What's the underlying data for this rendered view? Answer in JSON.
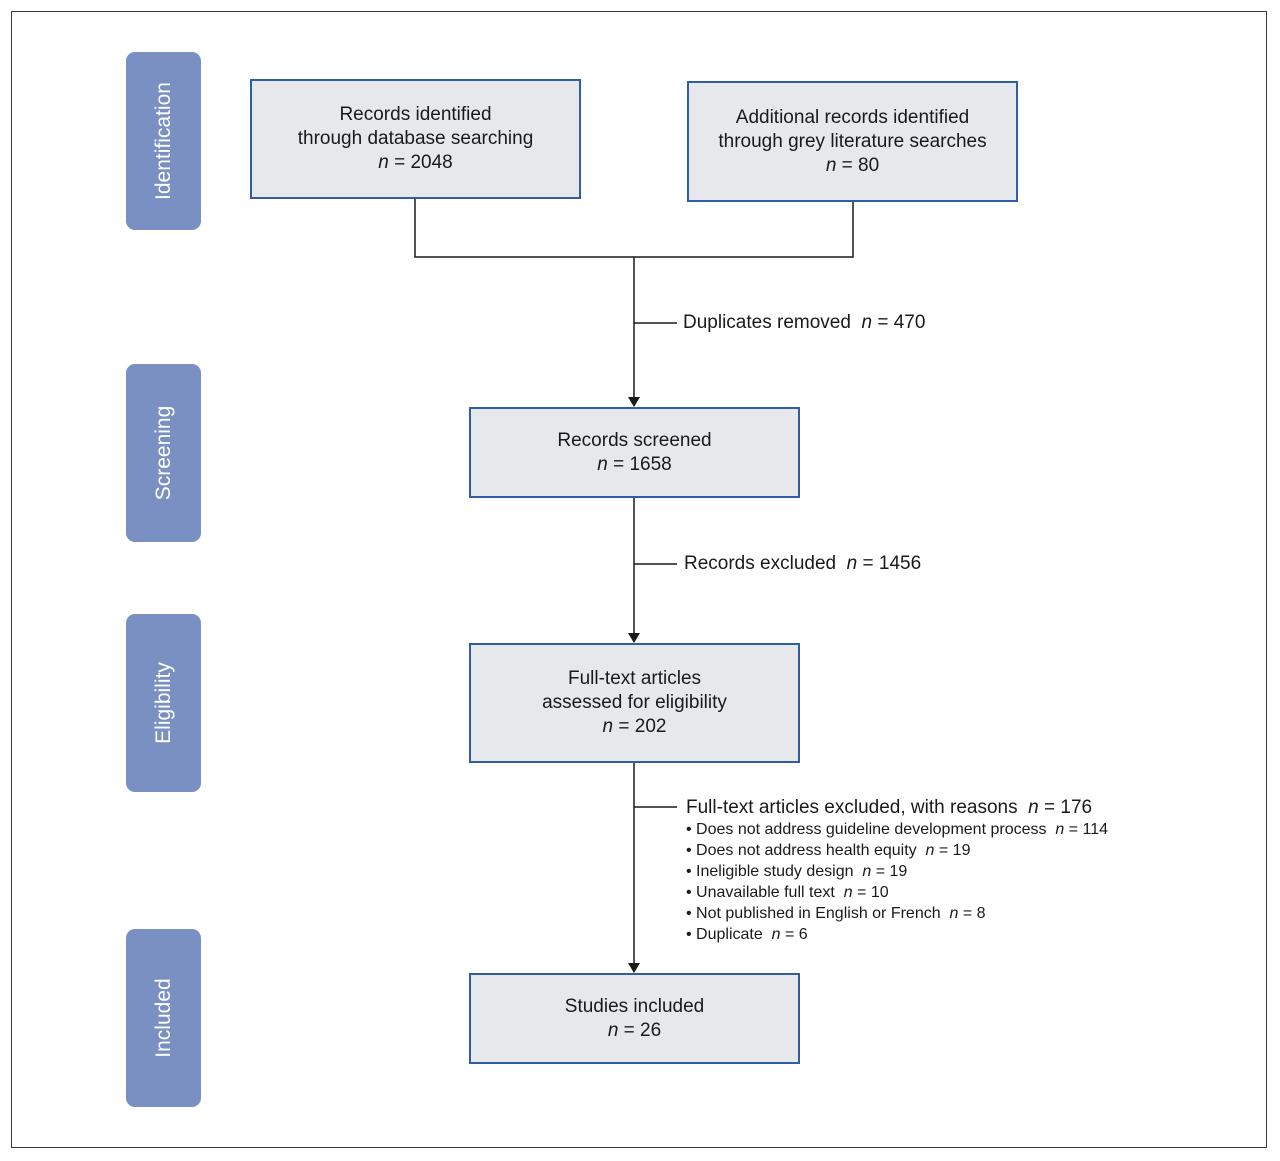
{
  "stages": {
    "identification": "Identification",
    "screening": "Screening",
    "eligibility": "Eligibility",
    "included": "Included"
  },
  "boxes": {
    "database": {
      "line1": "Records identified",
      "line2": "through database searching",
      "n_label": "n",
      "n_value": "= 2048"
    },
    "grey": {
      "line1": "Additional records identified",
      "line2": "through grey literature searches",
      "n_label": "n",
      "n_value": "= 80"
    },
    "screened": {
      "line1": "Records screened",
      "n_label": "n",
      "n_value": "= 1658"
    },
    "fulltext": {
      "line1": "Full-text articles",
      "line2": "assessed for eligibility",
      "n_label": "n",
      "n_value": "= 202"
    },
    "included": {
      "line1": "Studies included",
      "n_label": "n",
      "n_value": "= 26"
    }
  },
  "notes": {
    "duplicates": {
      "text": "Duplicates removed",
      "n_label": "n",
      "n_value": "= 470"
    },
    "excluded": {
      "text": "Records excluded",
      "n_label": "n",
      "n_value": "= 1456"
    }
  },
  "fulltext_excluded": {
    "heading": "Full-text articles excluded, with reasons",
    "n_label": "n",
    "n_value": "= 176",
    "reasons": [
      {
        "text": "• Does not address guideline development process",
        "n_label": "n",
        "n_value": "= 114"
      },
      {
        "text": "• Does not address health equity",
        "n_label": "n",
        "n_value": "= 19"
      },
      {
        "text": "• Ineligible study design",
        "n_label": "n",
        "n_value": "= 19"
      },
      {
        "text": "• Unavailable full text",
        "n_label": "n",
        "n_value": "= 10"
      },
      {
        "text": "• Not published in English or French",
        "n_label": "n",
        "n_value": "= 8"
      },
      {
        "text": "• Duplicate",
        "n_label": "n",
        "n_value": "= 6"
      }
    ]
  },
  "colors": {
    "stage_fill": "#7a90c2",
    "box_fill": "#e7e8eb",
    "box_border": "#2f5ea6",
    "line": "#1a1a1a"
  }
}
